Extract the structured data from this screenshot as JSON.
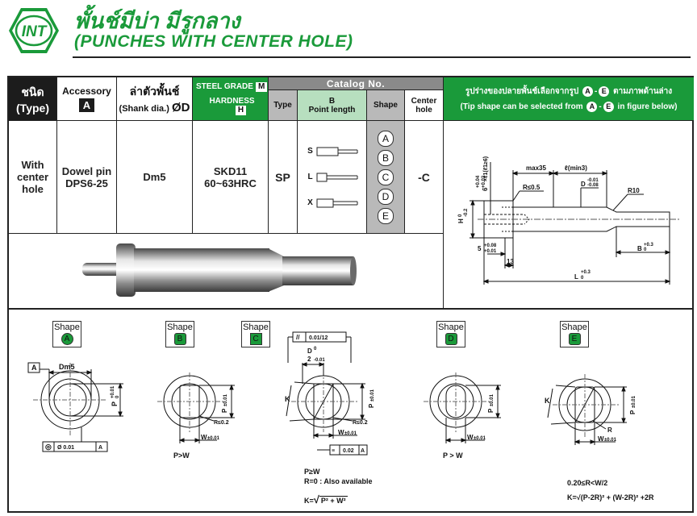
{
  "header": {
    "logo_text": "INT",
    "title_thai": "พั้นช์มีบ่า มีรูกลาง",
    "title_en": "(PUNCHES WITH CENTER HOLE)"
  },
  "table": {
    "type_th": "ชนิด",
    "type_en": "(Type)",
    "accessory": "Accessory",
    "accessory_box": "A",
    "shank_th": "ล่าตัวพั้นช์",
    "shank_en": "(Shank dia.)",
    "shank_d": "ØD",
    "steel_grade": "STEEL GRADE",
    "steel_box": "M",
    "hardness": "HARDNESS",
    "hardness_box": "H",
    "catalog": "Catalog No.",
    "col_type": "Type",
    "col_b": "B",
    "col_point": "Point length",
    "col_shape": "Shape",
    "col_center": "Center",
    "col_hole": "hole",
    "tip_th": "รูปร่างของปลายพั้นช์เลือกจากรูป",
    "tip_th_suffix": "ตามภาพด้านล่าง",
    "tip_en_a": "(Tip shape can be selected from",
    "tip_en_b": "in figure below)",
    "tip_a": "A",
    "tip_e": "E",
    "tip_dash": "-",
    "row": {
      "type_l1": "With",
      "type_l2": "center",
      "type_l3": "hole",
      "acc_l1": "Dowel pin",
      "acc_l2": "DPS6-25",
      "shank": "Dm5",
      "steel_l1": "SKD11",
      "steel_l2": "60~63HRC",
      "type_code": "SP",
      "center_hole": "-C"
    },
    "points": [
      "S",
      "L",
      "X"
    ],
    "shapes": [
      "A",
      "B",
      "C",
      "D",
      "E"
    ]
  },
  "drawing": {
    "dim_max35": "max35",
    "dim_lmin3": "ℓ(min3)",
    "dim_d": "D",
    "dim_d_tol_up": "-0.01",
    "dim_d_tol_lo": "-0.08",
    "dim_r05": "R≤0.5",
    "dim_r10": "R10",
    "dim_h": "H",
    "dim_h_tol_up": "0",
    "dim_h_tol_lo": "-0.2",
    "dim_6": "6",
    "dim_6_up": "+0.04",
    "dim_6_lo": "+0.02",
    "dim_fit": "×ℓ1(ℓ1≥6)",
    "dim_5": "5",
    "dim_5_up": "+0.08",
    "dim_5_lo": "+0.01",
    "dim_13": "13",
    "dim_b": "B",
    "dim_b_up": "+0.3",
    "dim_b_lo": "0",
    "dim_l": "L",
    "dim_l_up": "+0.3",
    "dim_l_lo": "0"
  },
  "shapes": {
    "label": "Shape",
    "a": {
      "letter": "A",
      "datum": "A",
      "dm5": "Dm5",
      "p": "P",
      "p_up": "+0.01",
      "p_lo": "0",
      "concentric": "◎",
      "conc_val": "Ø 0.01",
      "conc_ref": "A"
    },
    "b": {
      "letter": "B",
      "p": "P",
      "p_tol": "±0.01",
      "r": "R≤0.2",
      "w": "W",
      "w_tol": "±0.01",
      "note": "P>W"
    },
    "c": {
      "letter": "C",
      "parallel": "//",
      "par_val": "0.01/12",
      "d": "D",
      "d_tol_up": "0",
      "d_tol_lo": "-0.01",
      "d_half": "2",
      "k": "K",
      "p": "P",
      "p_tol": "±0.01",
      "r": "R≤0.2",
      "w": "W",
      "w_tol": "±0.01",
      "sym_val": "0.02",
      "sym_ref": "A",
      "note1": "P≥W",
      "note2": "R=0 : Also available",
      "formula_k": "K=",
      "formula_sq": "√",
      "formula_body": "P² + W²"
    },
    "d": {
      "letter": "D",
      "p": "P",
      "p_tol": "±0.01",
      "w": "W",
      "w_tol": "±0.01",
      "note": "P > W"
    },
    "e": {
      "letter": "E",
      "k": "K",
      "p": "P",
      "p_tol": "±0.01",
      "r": "R",
      "w": "W",
      "w_tol": "±0.01",
      "note1": "0.20≤R<W/2",
      "formula": "K=√(P-2R)² + (W-2R)² +2R"
    }
  },
  "colors": {
    "brand_green": "#1a9a3a",
    "header_dark": "#1c1c1c",
    "header_gray": "#b9b9b9"
  }
}
